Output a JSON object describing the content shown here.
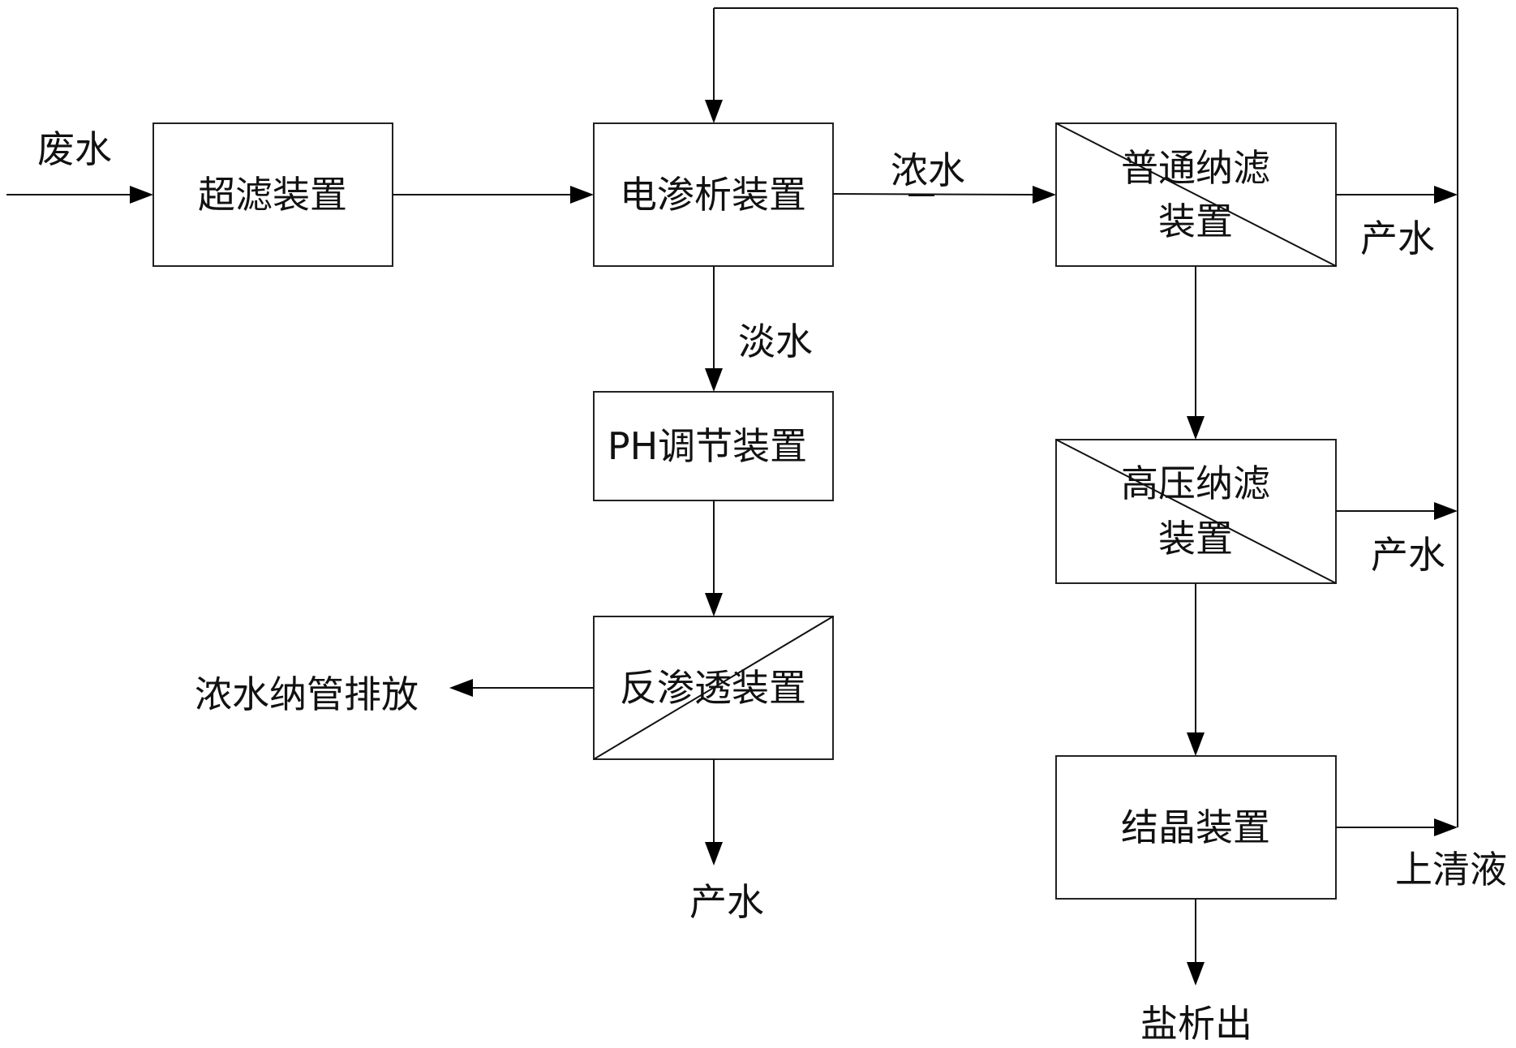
{
  "nodes": {
    "ultrafiltration": "超滤装置",
    "electrodialysis": "电渗析装置",
    "ph_adjust": "PH调节装置",
    "reverse_osmosis": "反渗透装置",
    "normal_nf_line1": "普通纳滤",
    "normal_nf_line2": "装置",
    "highpressure_nf_line1": "高压纳滤",
    "highpressure_nf_line2": "装置",
    "crystallizer": "结晶装置"
  },
  "labels": {
    "wastewater": "废水",
    "concentrate": "浓水",
    "dilute": "淡水",
    "ro_concentrate_discharge": "浓水纳管排放",
    "ro_product_water": "产水",
    "nf1_product_water": "产水",
    "nf2_product_water": "产水",
    "supernatant": "上清液",
    "salt_out": "盐析出"
  },
  "colors": {
    "stroke": "#111111",
    "background": "#ffffff"
  }
}
